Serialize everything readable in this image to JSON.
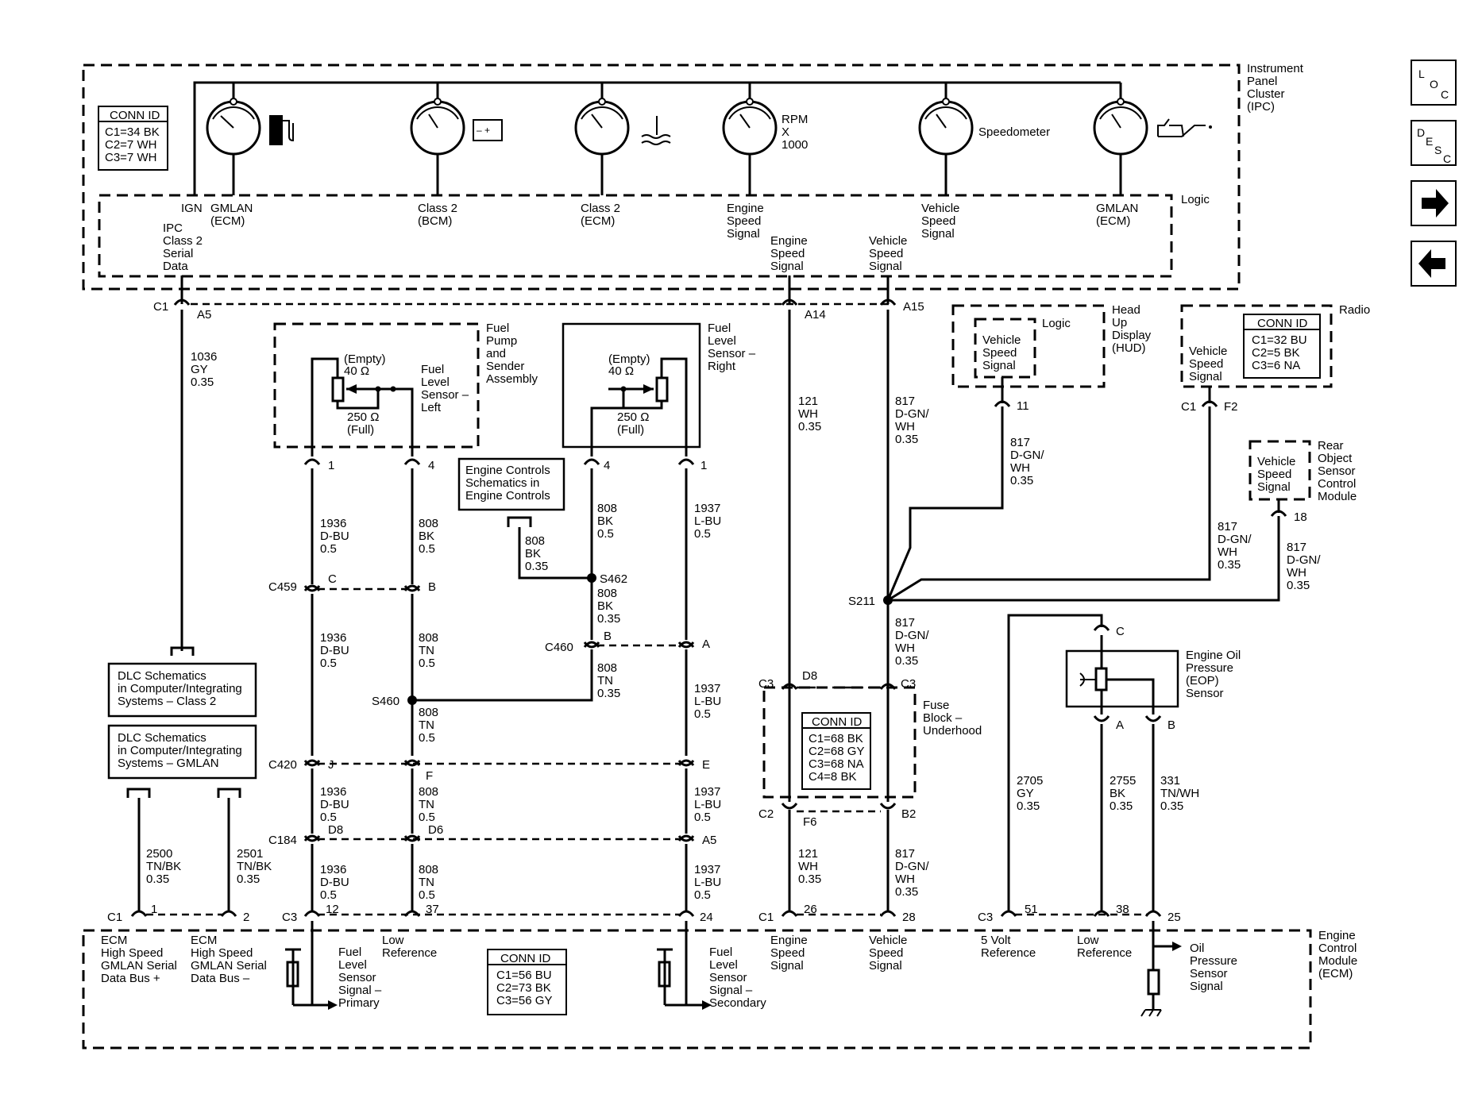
{
  "modules": {
    "ipc": [
      "Instrument",
      "Panel",
      "Cluster",
      "(IPC)"
    ],
    "ipc_logic": "Logic",
    "ecm": [
      "Engine",
      "Control",
      "Module",
      "(ECM)"
    ],
    "hud": [
      "Head",
      "Up",
      "Display",
      "(HUD)"
    ],
    "hud_logic": "Logic",
    "radio": "Radio",
    "rear_object": [
      "Rear",
      "Object",
      "Sensor",
      "Control",
      "Module"
    ],
    "fuel_pump": [
      "Fuel",
      "Pump",
      "and",
      "Sender",
      "Assembly"
    ],
    "fuel_level_right": [
      "Fuel",
      "Level",
      "Sensor –",
      "Right"
    ],
    "fuse_block": [
      "Fuse",
      "Block –",
      "Underhood"
    ],
    "eop_sensor": [
      "Engine Oil",
      "Pressure",
      "(EOP)",
      "Sensor"
    ]
  },
  "conn_tables": {
    "ipc": {
      "title": "CONN ID",
      "rows": [
        "C1=34 BK",
        "C2=7 WH",
        "C3=7 WH"
      ]
    },
    "radio": {
      "title": "CONN ID",
      "rows": [
        "C1=32 BU",
        "C2=5 BK",
        "C3=6 NA"
      ]
    },
    "fuse": {
      "title": "CONN ID",
      "rows": [
        "C1=68 BK",
        "C2=68 GY",
        "C3=68 NA",
        "C4=8 BK"
      ]
    },
    "ecm": {
      "title": "CONN ID",
      "rows": [
        "C1=56 BU",
        "C2=73 BK",
        "C3=56 GY"
      ]
    }
  },
  "gauges": {
    "rpm": [
      "RPM",
      "X",
      "1000"
    ],
    "speedometer": "Speedometer"
  },
  "ipc_signals": {
    "ign": "IGN",
    "gmlan1": [
      "GMLAN",
      "(ECM)"
    ],
    "class2_bcm": [
      "Class 2",
      "(BCM)"
    ],
    "class2_ecm": [
      "Class 2",
      "(ECM)"
    ],
    "engine_speed": [
      "Engine",
      "Speed",
      "Signal"
    ],
    "vehicle_speed": [
      "Vehicle",
      "Speed",
      "Signal"
    ],
    "gmlan2": [
      "GMLAN",
      "(ECM)"
    ],
    "class2_serial": [
      "IPC",
      "Class 2",
      "Serial",
      "Data"
    ],
    "engine_speed_out": [
      "Engine",
      "Speed",
      "Signal"
    ],
    "vehicle_speed_out": [
      "Vehicle",
      "Speed",
      "Signal"
    ]
  },
  "pins": {
    "ipc_c1": "C1",
    "ipc_a5": "A5",
    "ipc_a14": "A14",
    "ipc_a15": "A15",
    "fp_1": "1",
    "fp_4": "4",
    "fr_4": "4",
    "fr_1": "1",
    "hud_11": "11",
    "radio_c1": "C1",
    "radio_f2": "F2",
    "rear_18": "18",
    "eop_c": "C",
    "eop_a": "A",
    "eop_b": "B",
    "fuse_c3a": "C3",
    "fuse_d8": "D8",
    "fuse_c3b": "C3",
    "fuse_c2": "C2",
    "fuse_f6": "F6",
    "fuse_b2": "B2"
  },
  "connectors": {
    "c459": "C459",
    "c459_c": "C",
    "c459_b": "B",
    "c460": "C460",
    "c460_b": "B",
    "c460_a": "A",
    "c420": "C420",
    "c420_j": "J",
    "c420_f": "F",
    "c420_e": "E",
    "c184": "C184",
    "c184_d8": "D8",
    "c184_d6": "D6",
    "c184_a5": "A5"
  },
  "splices": {
    "s462": "S462",
    "s460": "S460",
    "s211": "S211"
  },
  "wires": {
    "w1036": [
      "1036",
      "GY",
      "0.35"
    ],
    "w121a": [
      "121",
      "WH",
      "0.35"
    ],
    "w817a": [
      "817",
      "D-GN/",
      "WH",
      "0.35"
    ],
    "w817_hud": [
      "817",
      "D-GN/",
      "WH",
      "0.35"
    ],
    "w817_radio": [
      "817",
      "D-GN/",
      "WH",
      "0.35"
    ],
    "w817_rear": [
      "817",
      "D-GN/",
      "WH",
      "0.35"
    ],
    "w817b": [
      "817",
      "D-GN/",
      "WH",
      "0.35"
    ],
    "w1936a": [
      "1936",
      "D-BU",
      "0.5"
    ],
    "w808a": [
      "808",
      "BK",
      "0.5"
    ],
    "w808_ec": [
      "808",
      "BK",
      "0.35"
    ],
    "w808b": [
      "808",
      "BK",
      "0.5"
    ],
    "w1937a": [
      "1937",
      "L-BU",
      "0.5"
    ],
    "w808_s462": [
      "808",
      "BK",
      "0.35"
    ],
    "w1936b": [
      "1936",
      "D-BU",
      "0.5"
    ],
    "w808tn1": [
      "808",
      "TN",
      "0.5"
    ],
    "w808tn_c460": [
      "808",
      "TN",
      "0.35"
    ],
    "w1937b": [
      "1937",
      "L-BU",
      "0.5"
    ],
    "w808tn2": [
      "808",
      "TN",
      "0.5"
    ],
    "w1936c": [
      "1936",
      "D-BU",
      "0.5"
    ],
    "w808tn3": [
      "808",
      "TN",
      "0.5"
    ],
    "w1937c": [
      "1937",
      "L-BU",
      "0.5"
    ],
    "w1936d": [
      "1936",
      "D-BU",
      "0.5"
    ],
    "w808tn4": [
      "808",
      "TN",
      "0.5"
    ],
    "w1937d": [
      "1937",
      "L-BU",
      "0.5"
    ],
    "w2500": [
      "2500",
      "TN/BK",
      "0.35"
    ],
    "w2501": [
      "2501",
      "TN/BK",
      "0.35"
    ],
    "w121b": [
      "121",
      "WH",
      "0.35"
    ],
    "w817c": [
      "817",
      "D-GN/",
      "WH",
      "0.35"
    ],
    "w2705": [
      "2705",
      "GY",
      "0.35"
    ],
    "w2755": [
      "2755",
      "BK",
      "0.35"
    ],
    "w331": [
      "331",
      "TN/WH",
      "0.35"
    ]
  },
  "sensors": {
    "left_empty": [
      "(Empty)",
      "40 Ω"
    ],
    "left_full": [
      "250 Ω",
      "(Full)"
    ],
    "left_label": [
      "Fuel",
      "Level",
      "Sensor –",
      "Left"
    ],
    "right_empty": [
      "(Empty)",
      "40 Ω"
    ],
    "right_full": [
      "250 Ω",
      "(Full)"
    ]
  },
  "refs": {
    "engine_controls": [
      "Engine Controls",
      "Schematics in",
      "Engine Controls"
    ],
    "dlc_class2": [
      "DLC Schematics",
      "in Computer/Integrating",
      "Systems – Class 2"
    ],
    "dlc_gmlan": [
      "DLC Schematics",
      "in Computer/Integrating",
      "Systems – GMLAN"
    ]
  },
  "hud_signal": [
    "Vehicle",
    "Speed",
    "Signal"
  ],
  "radio_signal": [
    "Vehicle",
    "Speed",
    "Signal"
  ],
  "rear_signal": [
    "Vehicle",
    "Speed",
    "Signal"
  ],
  "ecm_pins": {
    "c1a": "C1",
    "p1": "1",
    "p2": "2",
    "c3a": "C3",
    "p12": "12",
    "p37": "37",
    "p24": "24",
    "c1b": "C1",
    "p26": "26",
    "p28": "28",
    "c3b": "C3",
    "p51": "51",
    "p38": "38",
    "p25": "25"
  },
  "ecm_signals": {
    "hs_plus": [
      "ECM",
      "High Speed",
      "GMLAN Serial",
      "Data Bus +"
    ],
    "hs_minus": [
      "ECM",
      "High Speed",
      "GMLAN Serial",
      "Data Bus –"
    ],
    "fuel_primary": [
      "Fuel",
      "Level",
      "Sensor",
      "Signal –",
      "Primary"
    ],
    "low_ref1": [
      "Low",
      "Reference"
    ],
    "fuel_secondary": [
      "Fuel",
      "Level",
      "Sensor",
      "Signal –",
      "Secondary"
    ],
    "engine_speed": [
      "Engine",
      "Speed",
      "Signal"
    ],
    "vehicle_speed": [
      "Vehicle",
      "Speed",
      "Signal"
    ],
    "five_volt": [
      "5 Volt",
      "Reference"
    ],
    "low_ref2": [
      "Low",
      "Reference"
    ],
    "oil_pressure": [
      "Oil",
      "Pressure",
      "Sensor",
      "Signal"
    ]
  },
  "nav": {
    "loc": [
      "L",
      "O",
      "C"
    ],
    "desc": [
      "D",
      "E",
      "S",
      "C"
    ]
  }
}
